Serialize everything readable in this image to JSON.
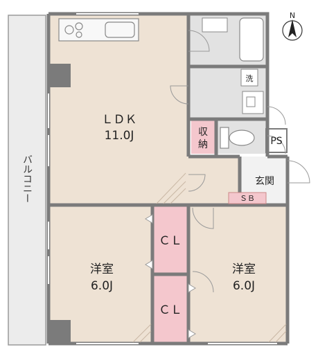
{
  "colors": {
    "wall": "#7b7b7b",
    "floor": "#eee2d4",
    "storage": "#f4c7cd",
    "wet_area": "#e2e2e2",
    "balcony": "#ececec",
    "sb": "#f4c7cd"
  },
  "compass": {
    "label": "N",
    "icon": "north-arrow-icon"
  },
  "balcony": {
    "label": "バルコニー"
  },
  "ldk": {
    "name": "ＬＤＫ",
    "size": "11.0J"
  },
  "room_left": {
    "name": "洋室",
    "size": "6.0J"
  },
  "room_right": {
    "name": "洋室",
    "size": "6.0J"
  },
  "closet_top": {
    "label": "ＣＬ"
  },
  "closet_bottom": {
    "label": "ＣＬ"
  },
  "storage": {
    "line1": "収",
    "line2": "納"
  },
  "laundry": {
    "label": "洗"
  },
  "pipe_space": {
    "label": "PS"
  },
  "entrance": {
    "label": "玄関"
  },
  "shoe_box": {
    "label": "ＳＢ"
  }
}
